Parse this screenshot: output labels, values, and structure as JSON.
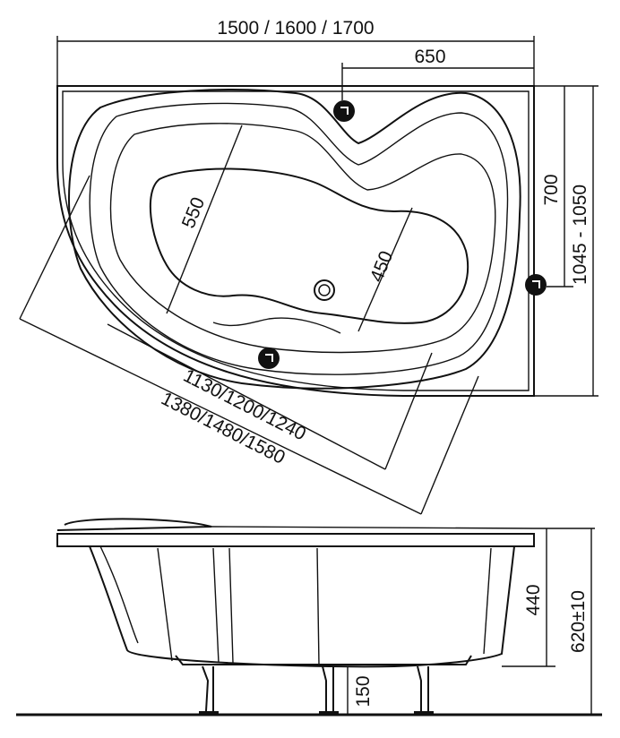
{
  "dimensions": {
    "top_width": "1500 / 1600 / 1700",
    "inner_650": "650",
    "right_700": "700",
    "right_depth": "1045 - 1050",
    "inner_550": "550",
    "inner_450": "450",
    "diag_inner": "1130/1200/1240",
    "diag_outer": "1380/1480/1580",
    "side_440": "440",
    "side_total": "620±10",
    "leg_150": "150"
  }
}
